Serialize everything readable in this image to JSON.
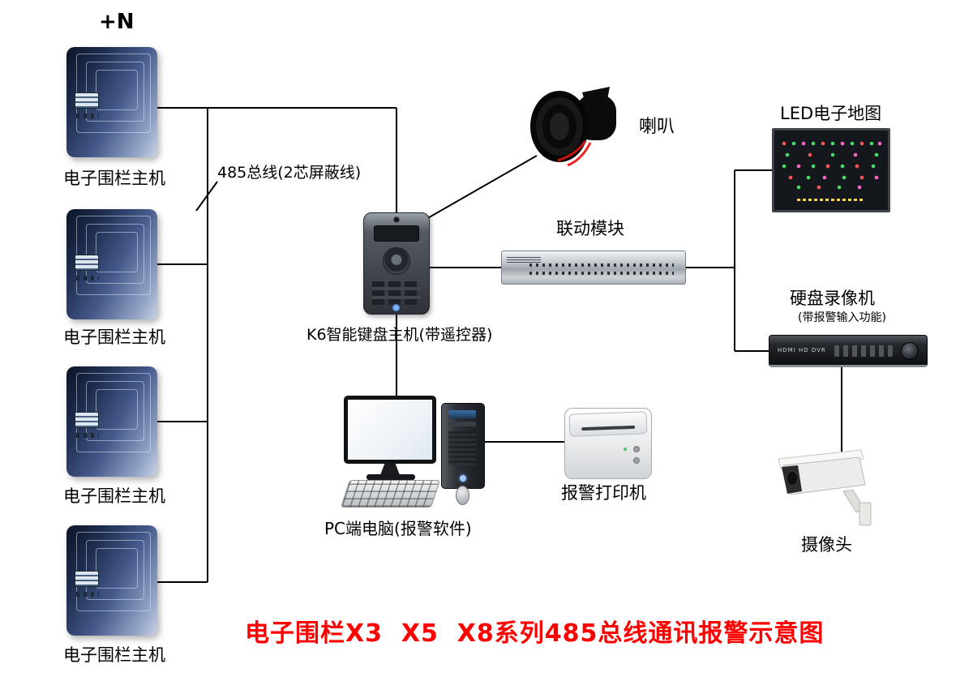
{
  "header": {
    "count_label": "+N"
  },
  "fence_hosts": [
    {
      "label": "电子围栏主机"
    },
    {
      "label": "电子围栏主机"
    },
    {
      "label": "电子围栏主机"
    },
    {
      "label": "电子围栏主机"
    }
  ],
  "bus": {
    "label": "485总线(2芯屏蔽线)"
  },
  "k6": {
    "label": "K6智能键盘主机(带遥控器)"
  },
  "speaker": {
    "label": "喇叭"
  },
  "linkage": {
    "label": "联动模块"
  },
  "led_map": {
    "label": "LED电子地图"
  },
  "dvr": {
    "label": "硬盘录像机",
    "sublabel": "(带报警输入功能)",
    "panel_text": "HDMI HD DVR"
  },
  "camera": {
    "label": "摄像头"
  },
  "pc": {
    "label": "PC端电脑(报警软件)"
  },
  "printer": {
    "label": "报警打印机"
  },
  "title": {
    "text": "电子围栏X3  X5  X8系列485总线通讯报警示意图",
    "color": "#ff0000"
  },
  "colors": {
    "line": "#000000",
    "led_green": "#44dd66",
    "led_red": "#ff5555",
    "led_pink": "#ff66cc"
  }
}
